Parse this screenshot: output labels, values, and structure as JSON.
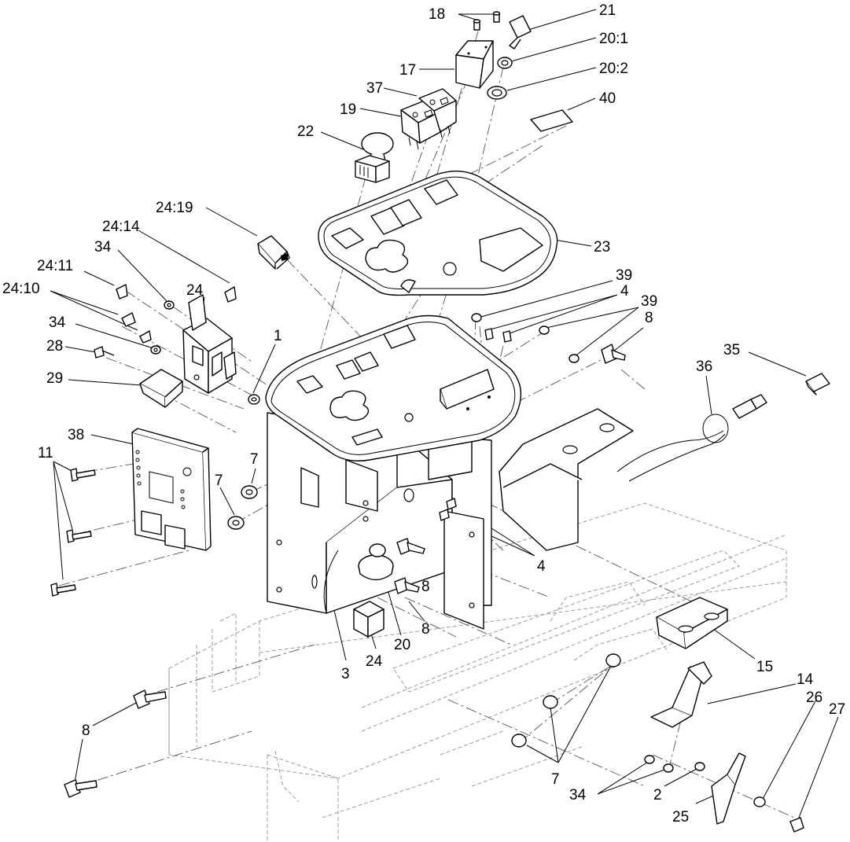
{
  "diagram": {
    "callouts": {
      "c18": "18",
      "c21": "21",
      "c20_1": "20:1",
      "c17": "17",
      "c20_2": "20:2",
      "c37": "37",
      "c40": "40",
      "c19": "19",
      "c22": "22",
      "c24_19": "24:19",
      "c24_14": "24:14",
      "c23": "23",
      "c34_a": "34",
      "c24_11": "24:11",
      "c24_a": "24",
      "c24_10": "24:10",
      "c39_a": "39",
      "c4_a": "4",
      "c39_b": "39",
      "c34_b": "34",
      "c1": "1",
      "c8_a": "8",
      "c28": "28",
      "c35": "35",
      "c36": "36",
      "c29": "29",
      "c38": "38",
      "c11": "11",
      "c7_a": "7",
      "c7_b": "7",
      "c4_b": "4",
      "c8_b": "8",
      "c8_c": "8",
      "c3": "3",
      "c24_b": "24",
      "c20": "20",
      "c15": "15",
      "c14": "14",
      "c26": "26",
      "c27": "27",
      "c8_d": "8",
      "c7_c": "7",
      "c34_c": "34",
      "c2": "2",
      "c25": "25"
    }
  }
}
